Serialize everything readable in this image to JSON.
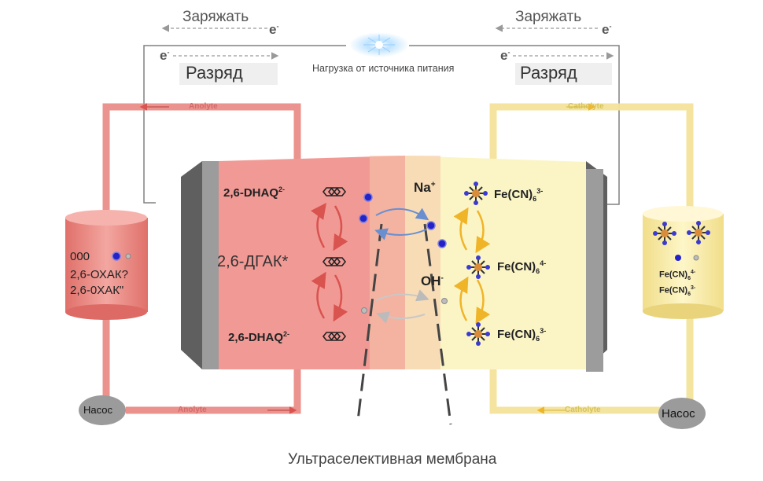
{
  "labels": {
    "charge_left": "Заряжать",
    "charge_right": "Заряжать",
    "discharge_left": "Разряд",
    "discharge_right": "Разряд",
    "electron": "e",
    "electron_sup": "-",
    "load": "Нагрузка от источника питания",
    "anolyte": "Anolyte",
    "catholyte": "Catholyte",
    "pump": "Насос",
    "membrane": "Ультраселективная мембрана"
  },
  "anode_species": {
    "top": "2,6-DHAQ",
    "top_charge": "2-",
    "middle": "2,6-ДГАК*",
    "bottom": "2,6-DHAQ",
    "bottom_charge": "2-"
  },
  "tank_left": {
    "line1": "000",
    "line2": "2,6-ОХАК?",
    "line3": "2,6-0ХАК\""
  },
  "ions": {
    "sodium": "Na",
    "sodium_charge": "+",
    "hydroxide": "OH",
    "hydroxide_charge": "-"
  },
  "cathode_species": {
    "base": "Fe(CN)",
    "sub": "6",
    "top_charge": "3-",
    "middle_charge": "4-",
    "bottom_charge": "3-"
  },
  "tank_right": {
    "line1_base": "Fe(CN)",
    "line1_sub": "6",
    "line1_charge": "4-",
    "line2_base": "Fe(CN)",
    "line2_sub": "6",
    "line2_charge": "3-"
  },
  "colors": {
    "anolyte_pipe": "#e8807a",
    "anolyte_cell": "#f19a95",
    "catholyte_pipe": "#f3e39a",
    "catholyte_cell": "#fbf5c6",
    "electrode": "#7a7a7a",
    "circuit": "#808080",
    "ion_blue": "#2323c8",
    "arrow_red": "#d9534f",
    "arrow_yellow": "#f0b429",
    "arrow_blue": "#6a8fd0"
  }
}
